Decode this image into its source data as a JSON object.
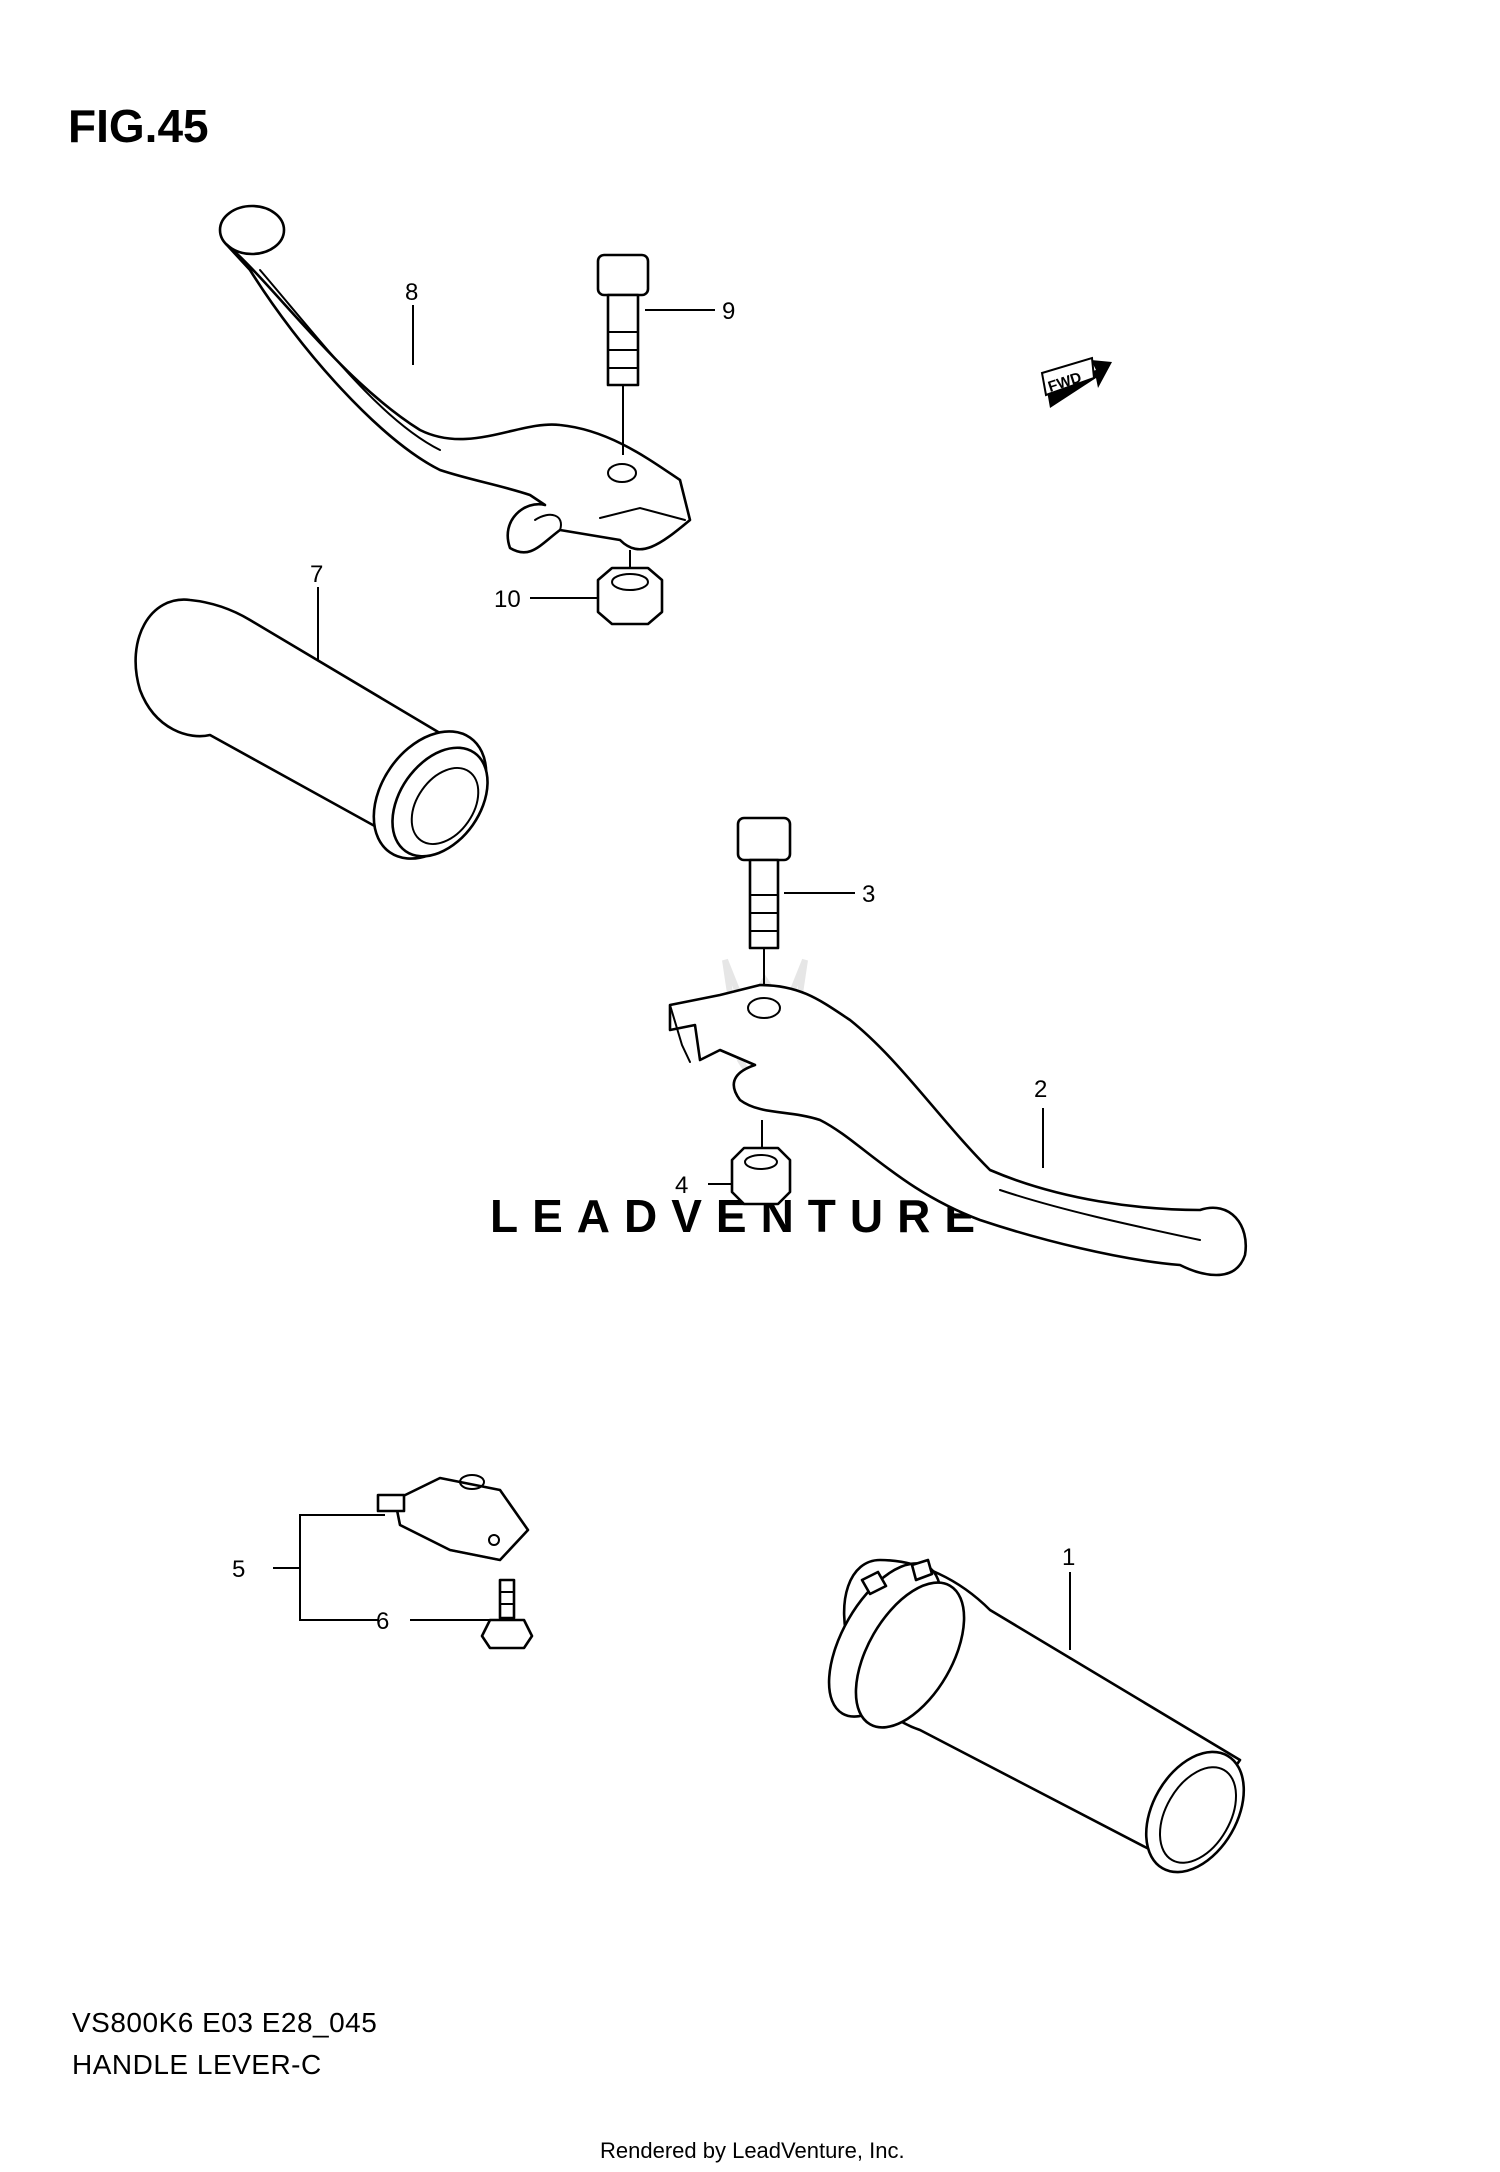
{
  "figure": {
    "title": "FIG.45"
  },
  "direction_marker": {
    "text": "FWD"
  },
  "watermark": {
    "text": "LEADVENTURE"
  },
  "callouts": [
    {
      "number": "1",
      "part": "grip-right"
    },
    {
      "number": "2",
      "part": "lever-front-brake"
    },
    {
      "number": "3",
      "part": "bolt"
    },
    {
      "number": "4",
      "part": "nut"
    },
    {
      "number": "5",
      "part": "switch"
    },
    {
      "number": "6",
      "part": "screw"
    },
    {
      "number": "7",
      "part": "grip-left"
    },
    {
      "number": "8",
      "part": "lever-clutch"
    },
    {
      "number": "9",
      "part": "bolt"
    },
    {
      "number": "10",
      "part": "nut"
    }
  ],
  "caption": {
    "code": "VS800K6 E03 E28_045",
    "name": "HANDLE LEVER-C"
  },
  "footer": {
    "rendered_by": "Rendered by LeadVenture, Inc."
  }
}
